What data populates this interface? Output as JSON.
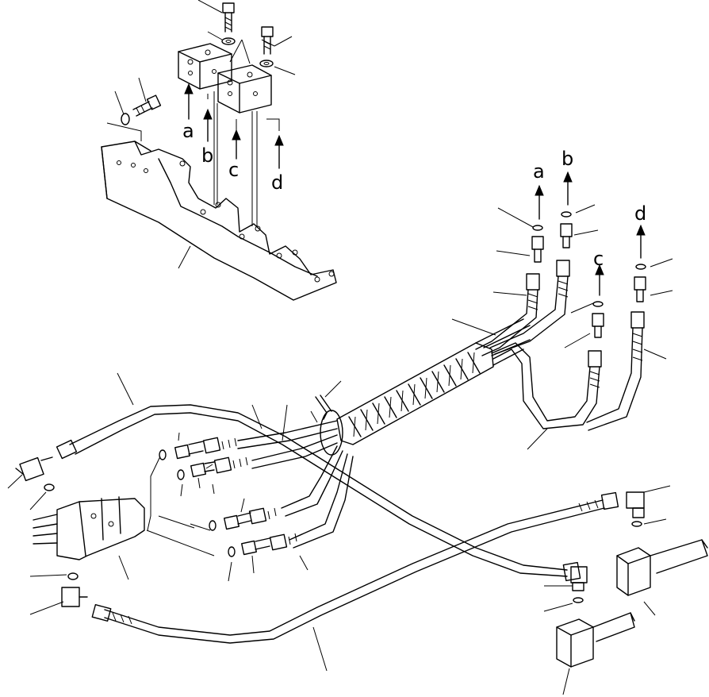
{
  "diagram": {
    "letters": {
      "top_a": "a",
      "top_b": "b",
      "top_c": "c",
      "top_d": "d",
      "right_a": "a",
      "right_b": "b",
      "right_c": "c",
      "right_d": "d"
    }
  }
}
